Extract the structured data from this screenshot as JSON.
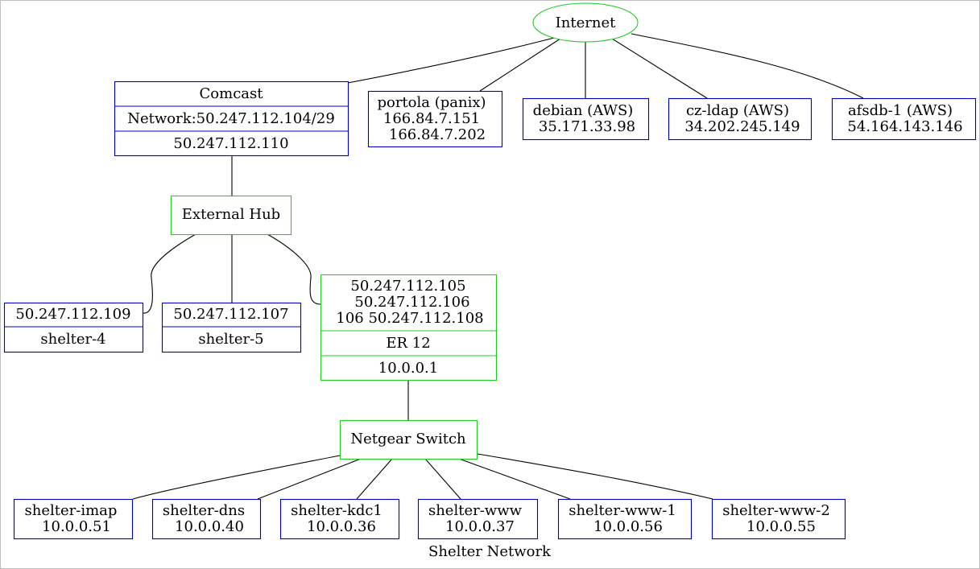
{
  "title": "Shelter Network",
  "colors": {
    "host_border": "#0000c0",
    "infra_border": "#22cc22",
    "edge": "#000000"
  },
  "nodes": {
    "internet": {
      "label": "Internet"
    },
    "comcast": {
      "name": "Comcast",
      "network": "Network:50.247.112.104/29",
      "ip": "50.247.112.110"
    },
    "portola": {
      "line1": "portola (panix)",
      "line2": "166.84.7.151",
      "line3": "166.84.7.202"
    },
    "debian": {
      "line1": "debian (AWS)",
      "line2": "35.171.33.98"
    },
    "czldap": {
      "line1": "cz-ldap (AWS)",
      "line2": "34.202.245.149"
    },
    "afsdb": {
      "line1": "afsdb-1 (AWS)",
      "line2": "54.164.143.146"
    },
    "external_hub": {
      "label": "External Hub"
    },
    "shelter4": {
      "ip": "50.247.112.109",
      "name": "shelter-4"
    },
    "shelter5": {
      "ip": "50.247.112.107",
      "name": "shelter-5"
    },
    "er12": {
      "line1": "50.247.112.105",
      "line2": "50.247.112.106",
      "line3": "106 50.247.112.108",
      "name": "ER 12",
      "ip": "10.0.0.1"
    },
    "netgear": {
      "label": "Netgear Switch"
    },
    "imap": {
      "name": "shelter-imap",
      "ip": "10.0.0.51"
    },
    "dns": {
      "name": "shelter-dns",
      "ip": "10.0.0.40"
    },
    "kdc1": {
      "name": "shelter-kdc1",
      "ip": "10.0.0.36"
    },
    "www": {
      "name": "shelter-www",
      "ip": "10.0.0.37"
    },
    "www1": {
      "name": "shelter-www-1",
      "ip": "10.0.0.56"
    },
    "www2": {
      "name": "shelter-www-2",
      "ip": "10.0.0.55"
    }
  }
}
